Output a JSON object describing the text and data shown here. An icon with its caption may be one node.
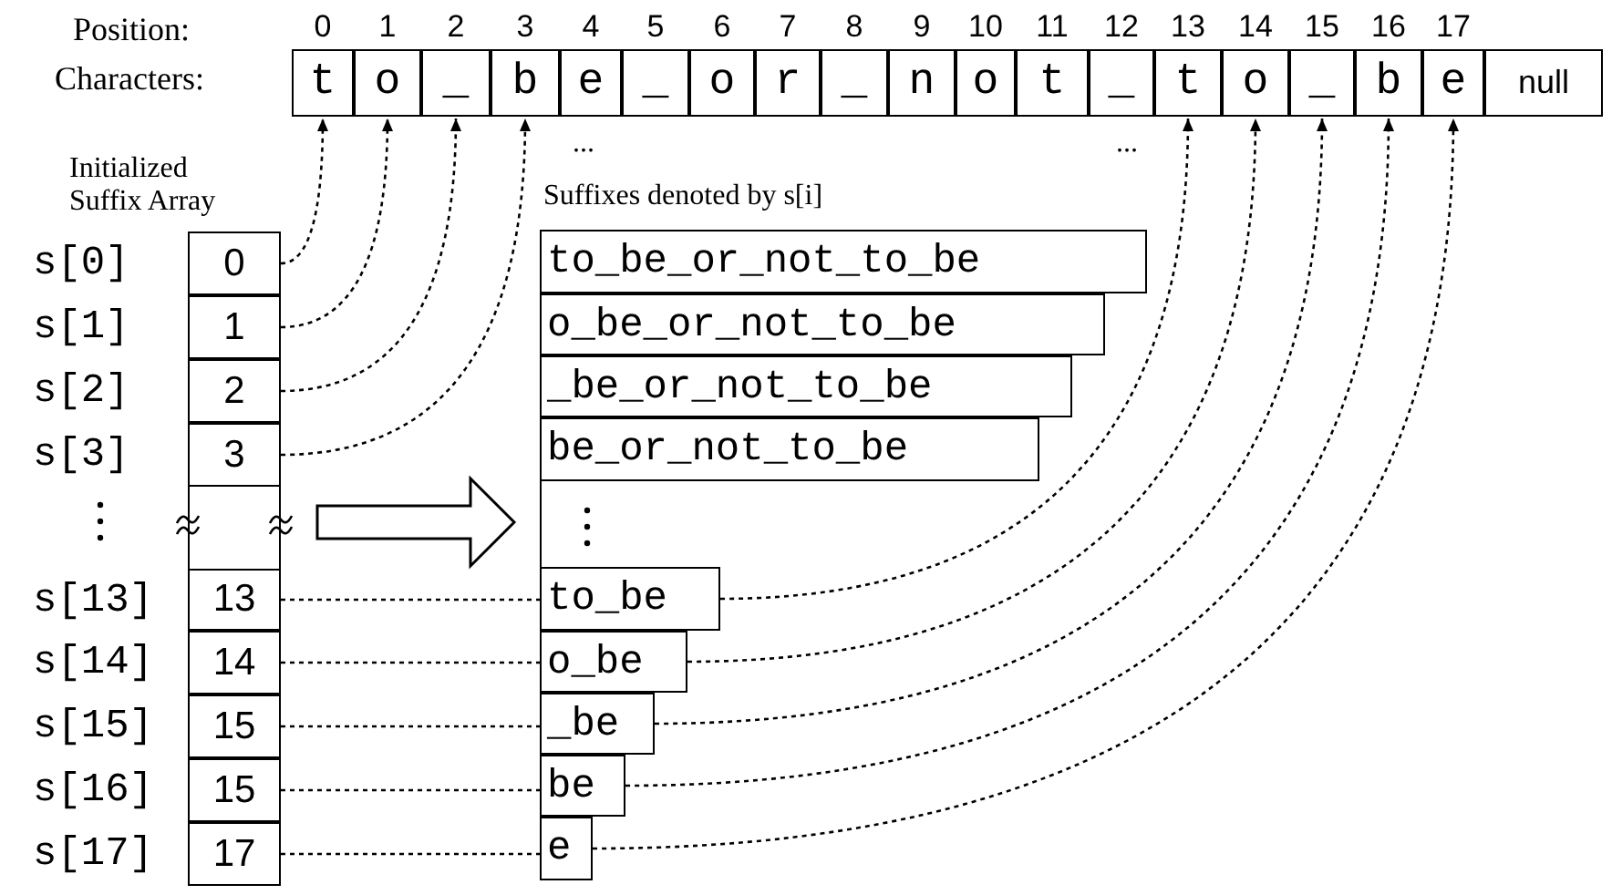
{
  "diagram": {
    "nodes": [
      {
        "text": [
          "t"
        ]
      },
      {
        "text": [
          "o"
        ]
      },
      {
        "text": [
          "_"
        ]
      },
      {
        "text": [
          "b"
        ]
      },
      {
        "text": [
          "e"
        ]
      },
      {
        "text": [
          "_"
        ]
      },
      {
        "text": [
          "o"
        ]
      },
      {
        "text": [
          "r"
        ]
      },
      {
        "text": [
          "_"
        ]
      },
      {
        "text": [
          "n"
        ]
      },
      {
        "text": [
          "o"
        ]
      },
      {
        "text": [
          "t"
        ]
      },
      {
        "text": [
          "_"
        ]
      },
      {
        "text": [
          "t"
        ]
      },
      {
        "text": [
          "o"
        ]
      },
      {
        "text": [
          "_"
        ]
      },
      {
        "text": [
          "b"
        ]
      },
      {
        "text": [
          "e"
        ]
      },
      {
        "text": [
          "null"
        ]
      },
      {
        "text": [
          "0"
        ]
      },
      {
        "text": [
          "1"
        ]
      },
      {
        "text": [
          "2"
        ]
      },
      {
        "text": [
          "3"
        ]
      },
      {
        "text": [],
        "shape": "box"
      },
      {
        "text": [
          "13"
        ]
      },
      {
        "text": [
          "14"
        ]
      },
      {
        "text": [
          "15"
        ]
      },
      {
        "text": [
          "15"
        ]
      },
      {
        "text": [
          "17"
        ]
      },
      {
        "text": [
          "to_be_or_not_to_be"
        ]
      },
      {
        "text": [
          "o_be_or_not_to_be"
        ]
      },
      {
        "text": [
          "_be_or_not_to_be"
        ]
      },
      {
        "text": [
          "be_or_not_to_be"
        ]
      },
      {
        "text": [],
        "shape": "box"
      },
      {
        "text": [
          "to_be"
        ]
      },
      {
        "text": [
          "o_be"
        ]
      },
      {
        "text": [
          "_be"
        ]
      },
      {
        "text": [
          "be"
        ]
      },
      {
        "text": [
          "e"
        ]
      }
    ],
    "edges": [
      {
        "from": 19,
        "to": 0,
        "arrow": "to",
        "style": "dashed"
      },
      {
        "from": 20,
        "to": 1,
        "arrow": "to",
        "style": "dashed"
      },
      {
        "from": 21,
        "to": 2,
        "arrow": "to",
        "style": "dashed"
      },
      {
        "from": 22,
        "to": 3,
        "arrow": "to",
        "style": "dashed"
      },
      {
        "from": 23,
        "to": 33,
        "arrow": "to",
        "style": "thick"
      },
      {
        "from": 24,
        "to": 34,
        "arrow": "none",
        "style": "dashed"
      },
      {
        "from": 25,
        "to": 35,
        "arrow": "none",
        "style": "dashed"
      },
      {
        "from": 26,
        "to": 36,
        "arrow": "none",
        "style": "dashed"
      },
      {
        "from": 27,
        "to": 37,
        "arrow": "none",
        "style": "dashed"
      },
      {
        "from": 28,
        "to": 38,
        "arrow": "none",
        "style": "dashed"
      },
      {
        "from": 34,
        "to": 13,
        "arrow": "to",
        "style": "dashed"
      },
      {
        "from": 35,
        "to": 14,
        "arrow": "to",
        "style": "dashed"
      },
      {
        "from": 36,
        "to": 15,
        "arrow": "to",
        "style": "dashed"
      },
      {
        "from": 37,
        "to": 16,
        "arrow": "to",
        "style": "dashed"
      },
      {
        "from": 38,
        "to": 17,
        "arrow": "to",
        "style": "dashed"
      }
    ],
    "labels": [
      "Position:",
      "0",
      "1",
      "2",
      "3",
      "4",
      "5",
      "6",
      "7",
      "8",
      "9",
      "10",
      "11",
      "12",
      "13",
      "14",
      "15",
      "16",
      "17",
      "Characters:",
      "...",
      "...",
      "Initialized Suffix Array",
      "Suffixes denoted by s[i]",
      "s[0]",
      "s[1]",
      "s[2]",
      "s[3]",
      "s[13]",
      "s[14]",
      "s[15]",
      "s[16]",
      "s[17]"
    ]
  }
}
